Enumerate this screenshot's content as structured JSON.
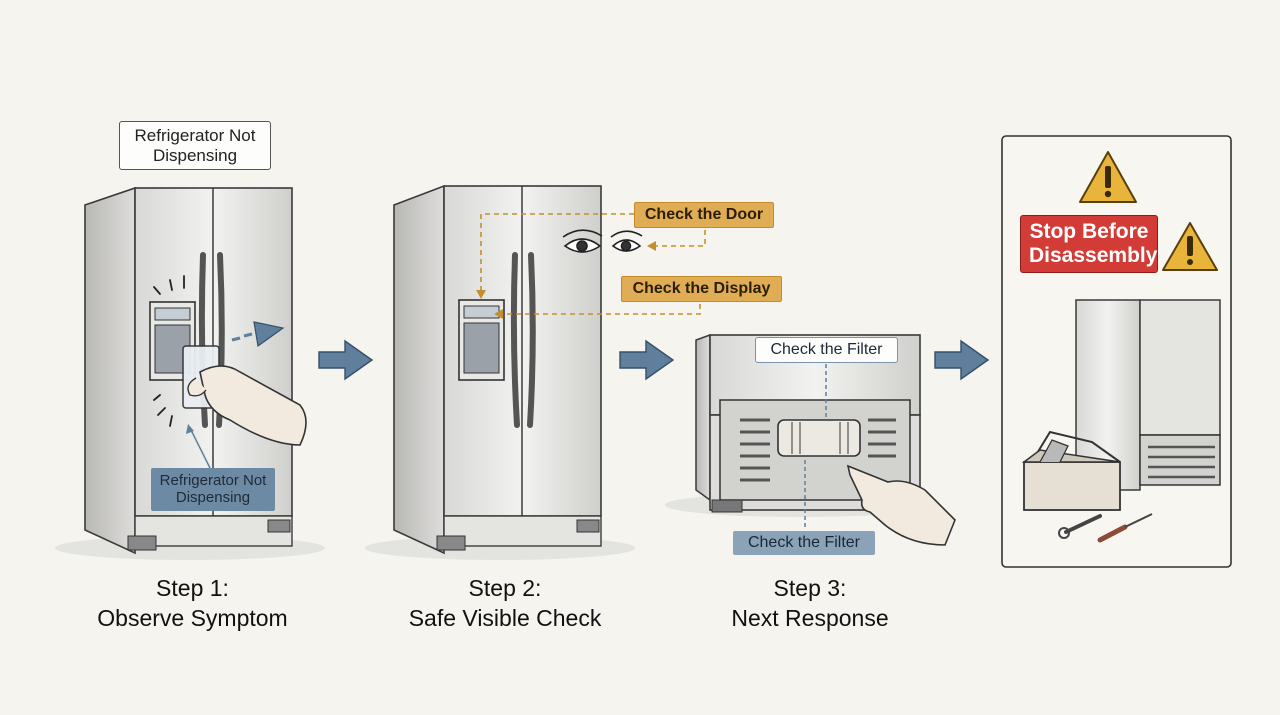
{
  "step1": {
    "title_line1": "Step 1:",
    "title_line2": "Observe Symptom",
    "top_label": "Refrigerator Not Dispensing",
    "bottom_label": "Refrigerator Not Dispensing"
  },
  "step2": {
    "title_line1": "Step 2:",
    "title_line2": "Safe Visible Check",
    "check_door": "Check the Door",
    "check_display": "Check the Display"
  },
  "step3": {
    "title_line1": "Step 3:",
    "title_line2": "Next Response",
    "check_filter_top": "Check the Filter",
    "check_filter_bottom": "Check the Filter"
  },
  "warning": {
    "stop_label": "Stop Before Disassembly"
  },
  "colors": {
    "arrow": "#5f7f9c",
    "orange": "#e0ad55",
    "red": "#d33b36",
    "warning_yellow": "#e9b43a"
  }
}
